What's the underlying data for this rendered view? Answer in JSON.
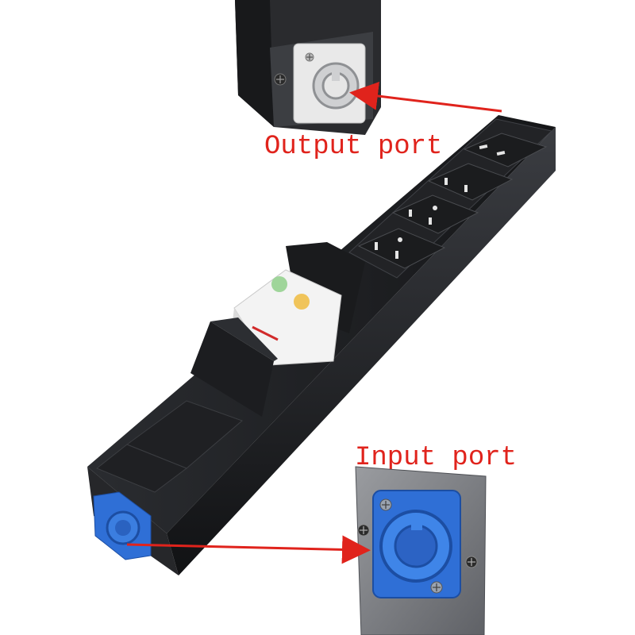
{
  "labels": {
    "output": "Output port",
    "input": "Input port"
  },
  "colors": {
    "annotation": "#e0231c",
    "housing": "#1c1d1f",
    "housing_light": "#3a3c40",
    "connector_input": "#2f6fd6",
    "connector_output": "#e8e8e8",
    "background": "#ffffff"
  },
  "icons": {
    "input_connector": "powercon-blue-icon",
    "output_connector": "powercon-grey-icon",
    "outlet": "us-outlet-icon",
    "screw": "screw-icon",
    "arrow": "arrow-icon"
  },
  "outlets": [
    {
      "id": 1
    },
    {
      "id": 2
    },
    {
      "id": 3
    },
    {
      "id": 4
    }
  ]
}
